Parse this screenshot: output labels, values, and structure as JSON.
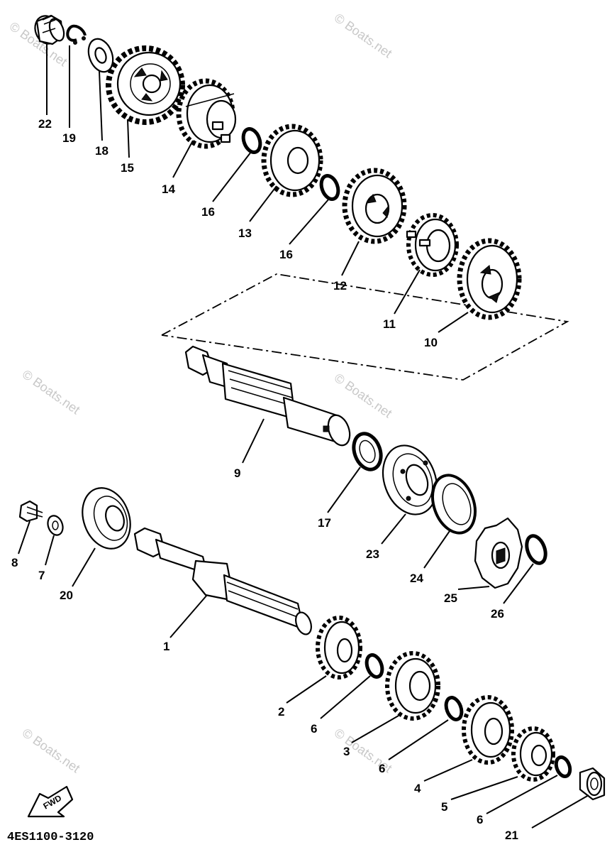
{
  "watermarks": [
    "© Boats.net",
    "© Boats.net",
    "© Boats.net",
    "© Boats.net",
    "© Boats.net",
    "© Boats.net"
  ],
  "diagram_code": "4ES1100-3120",
  "fwd_label": "FWD",
  "parts": [
    {
      "id": "p1",
      "label": "1"
    },
    {
      "id": "p2",
      "label": "2"
    },
    {
      "id": "p3",
      "label": "3"
    },
    {
      "id": "p4",
      "label": "4"
    },
    {
      "id": "p5",
      "label": "5"
    },
    {
      "id": "p6a",
      "label": "6"
    },
    {
      "id": "p6b",
      "label": "6"
    },
    {
      "id": "p6c",
      "label": "6"
    },
    {
      "id": "p7",
      "label": "7"
    },
    {
      "id": "p8",
      "label": "8"
    },
    {
      "id": "p9",
      "label": "9"
    },
    {
      "id": "p10",
      "label": "10"
    },
    {
      "id": "p11",
      "label": "11"
    },
    {
      "id": "p12",
      "label": "12"
    },
    {
      "id": "p13",
      "label": "13"
    },
    {
      "id": "p14",
      "label": "14"
    },
    {
      "id": "p15",
      "label": "15"
    },
    {
      "id": "p16a",
      "label": "16"
    },
    {
      "id": "p16b",
      "label": "16"
    },
    {
      "id": "p17",
      "label": "17"
    },
    {
      "id": "p18",
      "label": "18"
    },
    {
      "id": "p19",
      "label": "19"
    },
    {
      "id": "p20",
      "label": "20"
    },
    {
      "id": "p21",
      "label": "21"
    },
    {
      "id": "p22",
      "label": "22"
    },
    {
      "id": "p23",
      "label": "23"
    },
    {
      "id": "p24",
      "label": "24"
    },
    {
      "id": "p25",
      "label": "25"
    },
    {
      "id": "p26",
      "label": "26"
    }
  ]
}
